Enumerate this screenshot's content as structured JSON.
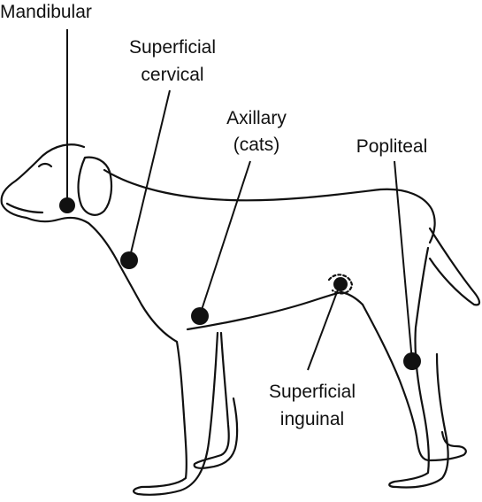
{
  "labels": {
    "mandibular": "Mandibular",
    "superficial_cervical": [
      "Superficial",
      "cervical"
    ],
    "axillary": [
      "Axillary",
      "(cats)"
    ],
    "popliteal": "Popliteal",
    "superficial_inguinal": [
      "Superficial",
      "inguinal"
    ]
  },
  "colors": {
    "ink": "#111111",
    "background": "#ffffff"
  }
}
